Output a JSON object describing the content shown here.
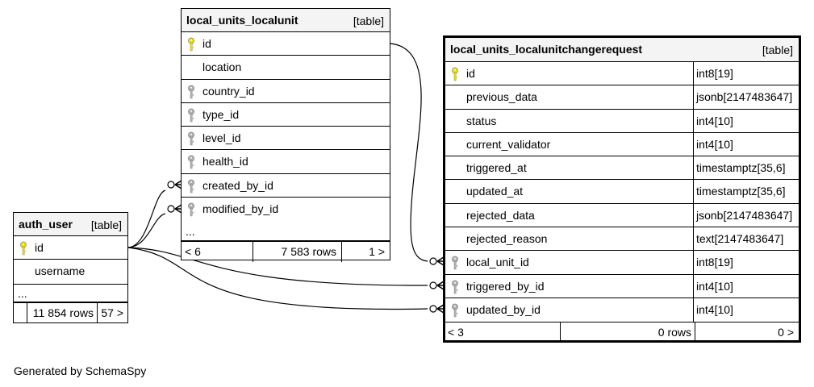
{
  "tables": {
    "localunit": {
      "name": "local_units_localunit",
      "type": "[table]",
      "columns": [
        {
          "name": "id",
          "key": "primary"
        },
        {
          "name": "location",
          "key": "none"
        },
        {
          "name": "country_id",
          "key": "foreign"
        },
        {
          "name": "type_id",
          "key": "foreign"
        },
        {
          "name": "level_id",
          "key": "foreign"
        },
        {
          "name": "health_id",
          "key": "foreign"
        },
        {
          "name": "created_by_id",
          "key": "foreign"
        },
        {
          "name": "modified_by_id",
          "key": "foreign"
        }
      ],
      "ellipsis": "...",
      "footer": {
        "children": "< 6",
        "rows": "7 583 rows",
        "parents": "1 >"
      }
    },
    "changerequest": {
      "name": "local_units_localunitchangerequest",
      "type": "[table]",
      "columns": [
        {
          "name": "id",
          "datatype": "int8[19]",
          "key": "primary"
        },
        {
          "name": "previous_data",
          "datatype": "jsonb[2147483647]",
          "key": "none"
        },
        {
          "name": "status",
          "datatype": "int4[10]",
          "key": "none"
        },
        {
          "name": "current_validator",
          "datatype": "int4[10]",
          "key": "none"
        },
        {
          "name": "triggered_at",
          "datatype": "timestamptz[35,6]",
          "key": "none"
        },
        {
          "name": "updated_at",
          "datatype": "timestamptz[35,6]",
          "key": "none"
        },
        {
          "name": "rejected_data",
          "datatype": "jsonb[2147483647]",
          "key": "none"
        },
        {
          "name": "rejected_reason",
          "datatype": "text[2147483647]",
          "key": "none"
        },
        {
          "name": "local_unit_id",
          "datatype": "int8[19]",
          "key": "foreign"
        },
        {
          "name": "triggered_by_id",
          "datatype": "int4[10]",
          "key": "foreign"
        },
        {
          "name": "updated_by_id",
          "datatype": "int4[10]",
          "key": "foreign"
        }
      ],
      "footer": {
        "children": "< 3",
        "rows": "0 rows",
        "parents": "0 >"
      }
    },
    "auth_user": {
      "name": "auth_user",
      "type": "[table]",
      "columns": [
        {
          "name": "id",
          "key": "primary"
        },
        {
          "name": "username",
          "key": "none"
        }
      ],
      "ellipsis": "...",
      "footer": {
        "rows": "11 854 rows",
        "parents": "57 >"
      }
    }
  },
  "colors": {
    "primary_key": "#e8e000",
    "foreign_key": "#b0b0b0",
    "header_bg": "#f4f4f4"
  },
  "footer_text": "Generated by SchemaSpy"
}
